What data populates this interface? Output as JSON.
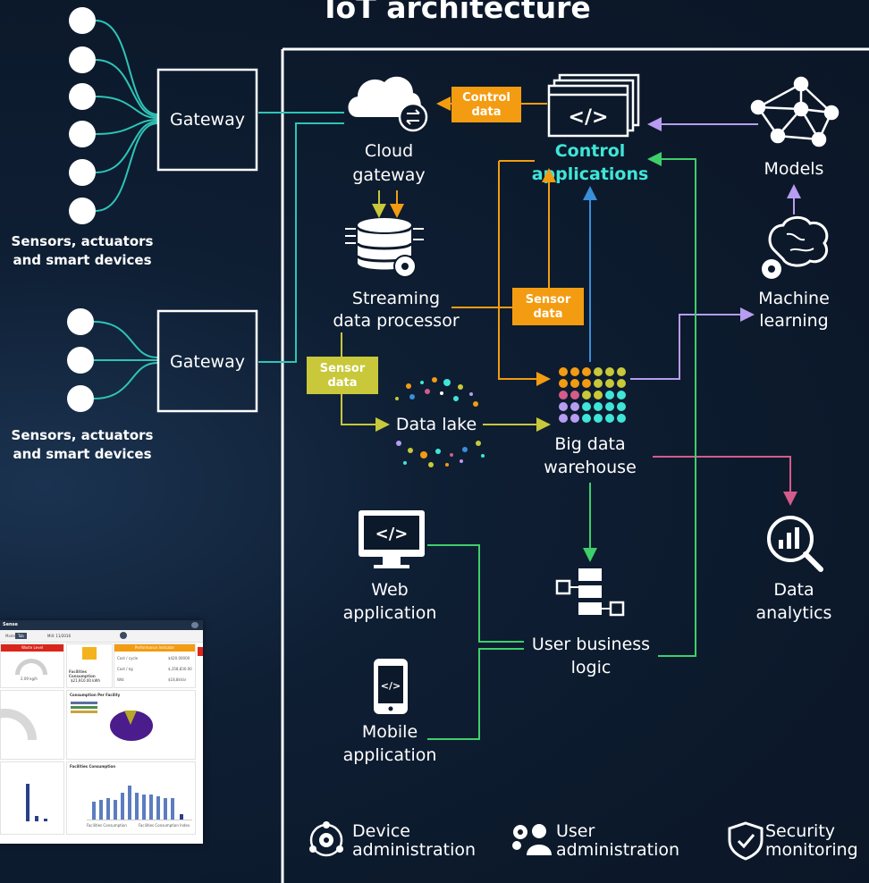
{
  "title": "IoT architecture",
  "devices": {
    "group_label_line1": "Sensors, actuators",
    "group_label_line2": "and smart devices"
  },
  "gateways": [
    "Gateway",
    "Gateway"
  ],
  "nodes": {
    "cloud_gateway": [
      "Cloud",
      "gateway"
    ],
    "streaming": [
      "Streaming",
      "data processor"
    ],
    "control_apps": [
      "Control",
      "applications"
    ],
    "models": "Models",
    "machine_learning": [
      "Machine",
      "learning"
    ],
    "data_lake": "Data lake",
    "warehouse": [
      "Big data",
      "warehouse"
    ],
    "data_analytics": [
      "Data",
      "analytics"
    ],
    "web_app": [
      "Web",
      "application"
    ],
    "mobile_app": [
      "Mobile",
      "application"
    ],
    "business_logic": [
      "User business",
      "logic"
    ]
  },
  "tags": {
    "control_data": [
      "Control",
      "data"
    ],
    "sensor_data_orange": [
      "Sensor",
      "data"
    ],
    "sensor_data_yellow": [
      "Sensor",
      "data"
    ]
  },
  "footer": {
    "device_admin": [
      "Device",
      "administration"
    ],
    "user_admin": [
      "User",
      "administration"
    ],
    "security": [
      "Security",
      "monitoring"
    ]
  },
  "colors": {
    "background": "#0c192b",
    "teal": "#2ec4b6",
    "orange": "#f39c12",
    "yellow": "#c8c83a",
    "blue": "#3a8fd8",
    "purple": "#b79cf0",
    "green": "#3ecf6b",
    "pink": "#d45c8a",
    "control_text": "#3fe6d7"
  },
  "icons": [
    "cloud-sync-icon",
    "code-window-icon",
    "network-graph-icon",
    "database-gear-icon",
    "brain-gear-icon",
    "dot-cloud-icon",
    "dot-grid-icon",
    "analytics-magnifier-icon",
    "monitor-code-icon",
    "flowchart-icon",
    "phone-code-icon",
    "gear-cycle-icon",
    "user-gear-icon",
    "shield-check-icon"
  ],
  "dashboard": {
    "app_name": "Sense",
    "tab_active": "Tab",
    "filter_label": "Mode",
    "filter_value": "Mill: 11/2016",
    "panels": {
      "waste": "Waste Level",
      "facilities": "Facilities Consumption",
      "facilities_value": "$21,910.00 kWh",
      "performance": "Performance Indicator",
      "consumption": "Consumption Per Facility",
      "facilities_bar": "Facilities Consumption"
    },
    "kpis": [
      {
        "label": "Cost / cycle",
        "value": "$420.00000"
      },
      {
        "label": "Cost / kg",
        "value": "$,358,830.00"
      },
      {
        "label": "Wkt",
        "value": "$18,8kVar"
      }
    ],
    "gauge_value": "2.09 kg/h",
    "legend_a": "Facilities Consumption",
    "legend_b": "Facilities Consumption Index"
  }
}
